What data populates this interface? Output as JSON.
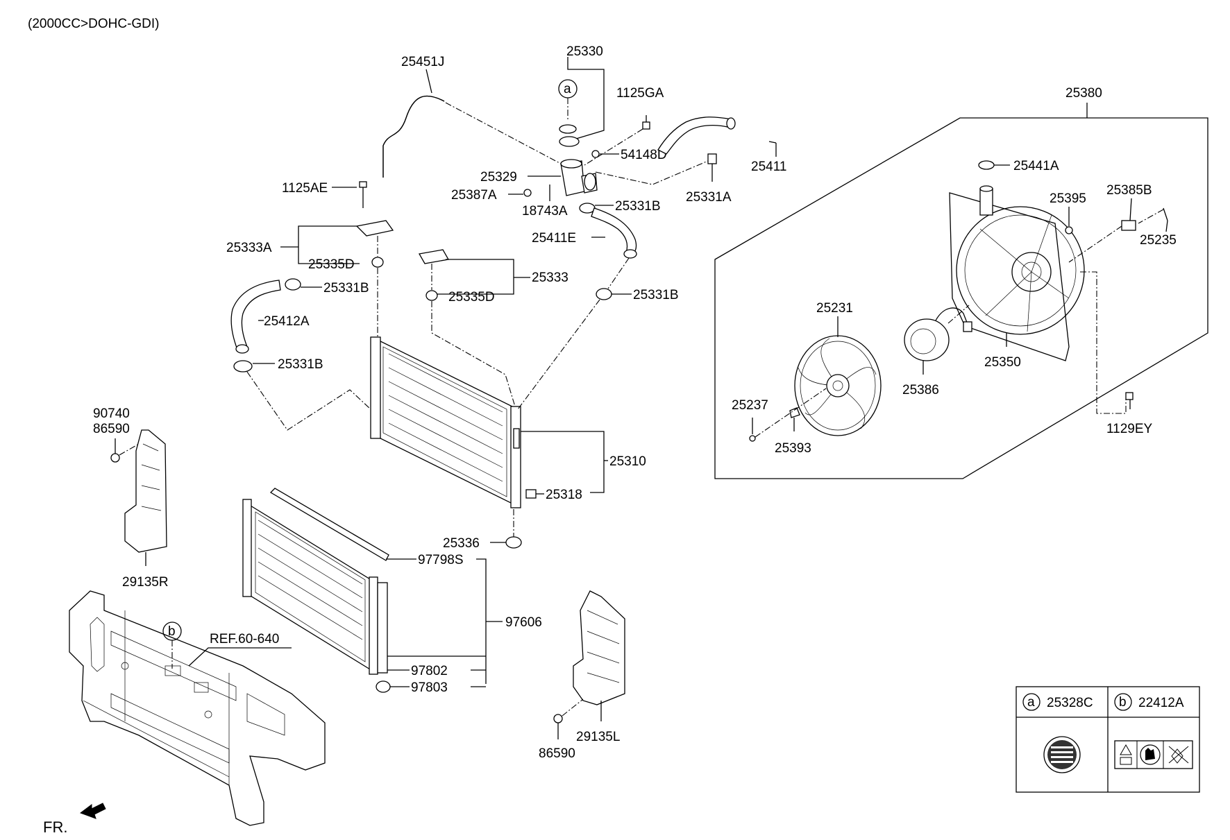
{
  "header": {
    "engine_note": "(2000CC>DOHC-GDI)"
  },
  "labels": {
    "p25330": "25330",
    "p25451J": "25451J",
    "p1125GA": "1125GA",
    "p54148D": "54148D",
    "p25329": "25329",
    "p25387A": "25387A",
    "p18743A": "18743A",
    "p25331B_top": "25331B",
    "p25331A": "25331A",
    "p25411": "25411",
    "p1125AE": "1125AE",
    "p25411E": "25411E",
    "p25333A": "25333A",
    "p25335D_left": "25335D",
    "p25333": "25333",
    "p25335D_mid": "25335D",
    "p25331B_left": "25331B",
    "p25331B_right": "25331B",
    "p25412A": "25412A",
    "p25331B_lower": "25331B",
    "p25310": "25310",
    "p25318": "25318",
    "p25336": "25336",
    "p90740": "90740",
    "p86590_left": "86590",
    "p29135R": "29135R",
    "p97798S": "97798S",
    "p97606": "97606",
    "p97802": "97802",
    "p97803": "97803",
    "p29135L": "29135L",
    "p86590_bottom": "86590",
    "p25380": "25380",
    "p25441A": "25441A",
    "p25395": "25395",
    "p25385B": "25385B",
    "p25235": "25235",
    "p25231": "25231",
    "p25350": "25350",
    "p25386": "25386",
    "p25237": "25237",
    "p25393": "25393",
    "p1129EY": "1129EY",
    "ref": "REF.60-640",
    "front": "FR."
  },
  "callouts": {
    "a": "a",
    "b": "b"
  },
  "legend": {
    "a": {
      "letter": "a",
      "part": "25328C"
    },
    "b": {
      "letter": "b",
      "part": "22412A"
    }
  }
}
